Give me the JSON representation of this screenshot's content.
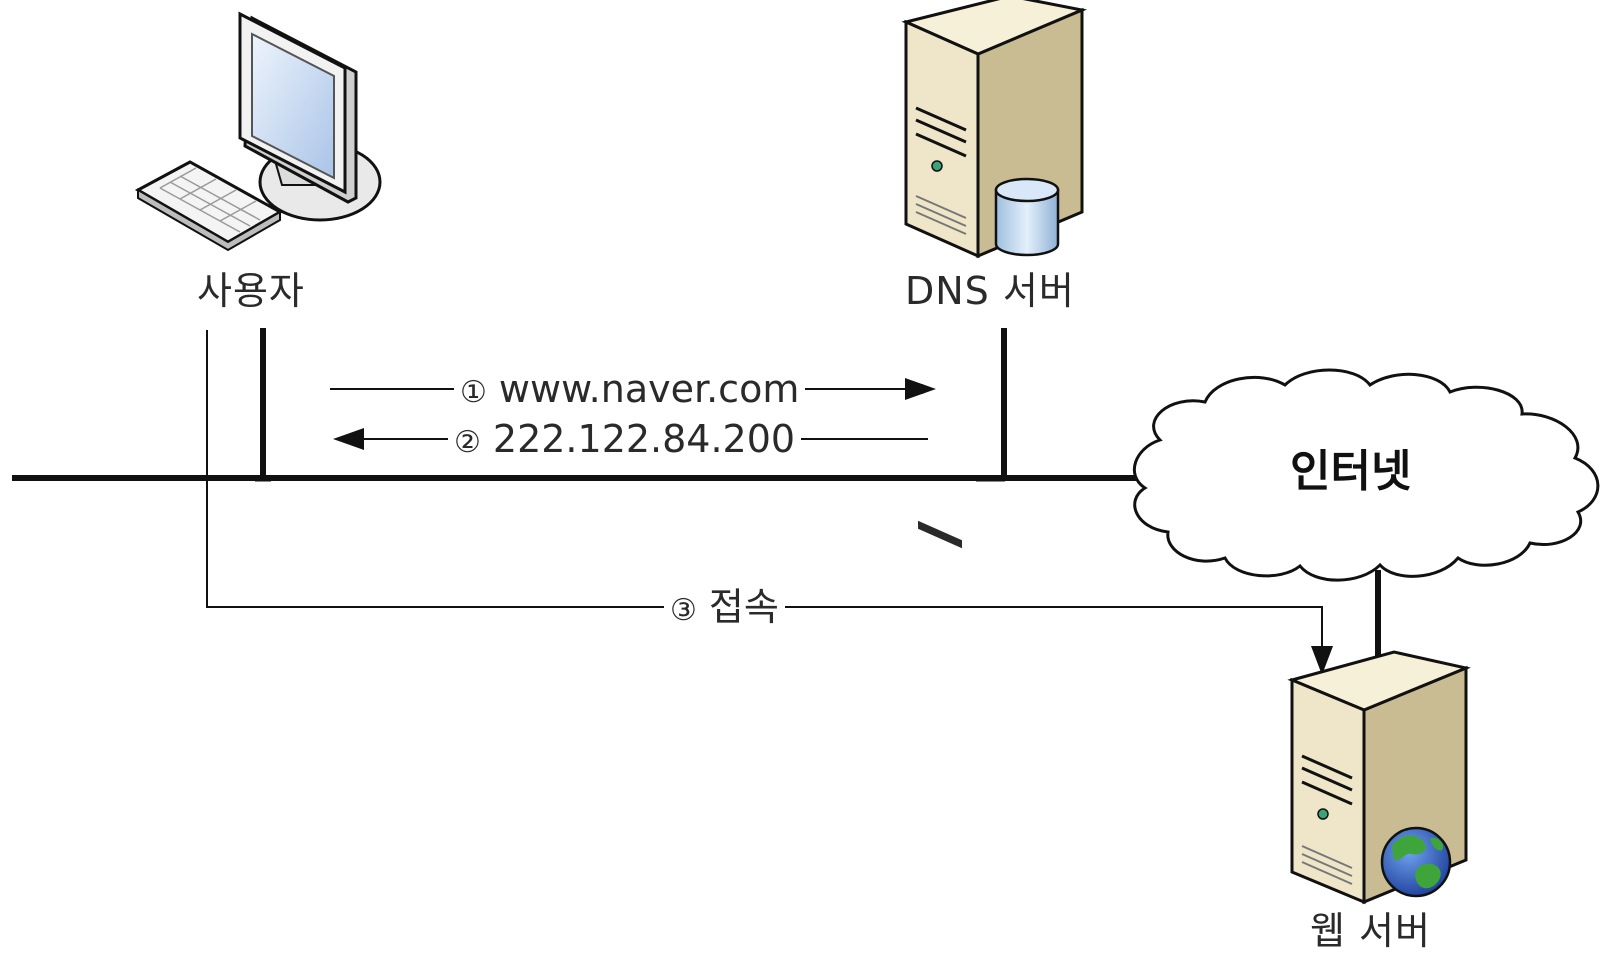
{
  "nodes": {
    "user": {
      "label": "사용자",
      "icon": "desktop-computer-icon"
    },
    "dns_server": {
      "label": "DNS 서버",
      "icon": "database-server-icon"
    },
    "web_server": {
      "label": "웹 서버",
      "icon": "web-server-globe-icon"
    },
    "internet": {
      "label": "인터넷",
      "icon": "cloud-icon"
    }
  },
  "messages": [
    {
      "step": "①",
      "text": "www.naver.com",
      "direction": "user-to-dns"
    },
    {
      "step": "②",
      "text": "222.122.84.200",
      "direction": "dns-to-user"
    },
    {
      "step": "③",
      "text": "접속",
      "direction": "user-to-web"
    }
  ],
  "colors": {
    "line": "#111111",
    "server_body": "#efe6c9",
    "server_side": "#c9bc92",
    "cylinder": "#bcd6ee",
    "monitor_screen": "#c6d8f0",
    "globe_ocean": "#2c63c9",
    "globe_land": "#3fa43a"
  }
}
